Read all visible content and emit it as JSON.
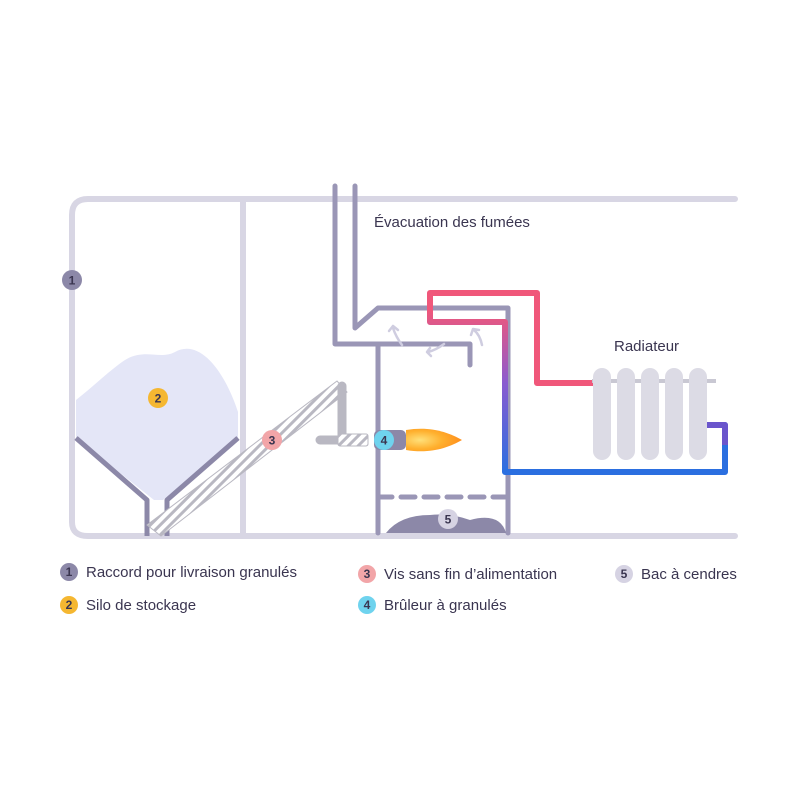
{
  "labels": {
    "smoke": "Évacuation des fumées",
    "radiator": "Radiateur"
  },
  "components": [
    {
      "num": "1",
      "label": "Raccord pour livraison granulés",
      "color": "#8c88a8"
    },
    {
      "num": "2",
      "label": "Silo de stockage",
      "color": "#f5b731"
    },
    {
      "num": "3",
      "label": "Vis sans fin d’alimentation",
      "color": "#f2a5a8"
    },
    {
      "num": "4",
      "label": "Brûleur à granulés",
      "color": "#6fd3ee"
    },
    {
      "num": "5",
      "label": "Bac à cendres",
      "color": "#d6d3e3"
    }
  ],
  "colors": {
    "structure": "#d8d6e4",
    "pipe": "#9a96b6",
    "hot_water": "#f0577a",
    "cold_water": "#2b6fe0",
    "flame": "#ff9a1a",
    "pellets": "#e4e6f7"
  }
}
